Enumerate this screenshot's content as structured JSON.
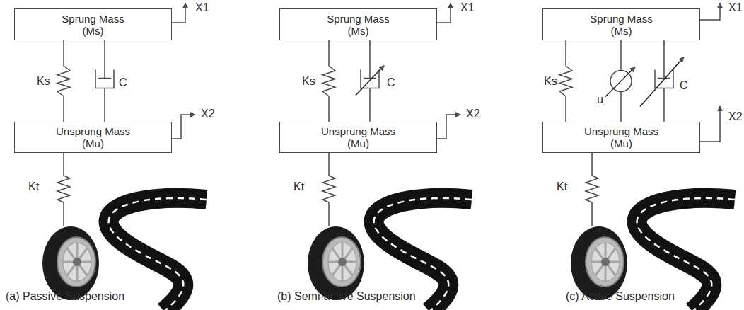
{
  "diagram": {
    "nodes": [
      {
        "text": [
          "Sprung Mass (Ms)"
        ]
      },
      {
        "text": [
          "Unsprung Mass (Mu)"
        ]
      },
      {
        "text": [
          "Sprung Mass (Ms)"
        ]
      },
      {
        "text": [
          "Unsprung Mass (Mu)"
        ]
      },
      {
        "text": [
          "Sprung Mass (Ms)"
        ]
      },
      {
        "text": [
          "Unsprung Mass (Mu)"
        ]
      }
    ],
    "edges": [
      {
        "from": 0,
        "to": 1,
        "arrow": "none",
        "label": "Ks"
      },
      {
        "from": 0,
        "to": 1,
        "arrow": "none",
        "label": "C"
      },
      {
        "from": 2,
        "to": 3,
        "arrow": "none",
        "label": "Ks"
      },
      {
        "from": 2,
        "to": 3,
        "arrow": "none",
        "label": "C"
      },
      {
        "from": 4,
        "to": 5,
        "arrow": "none",
        "label": "Ks"
      },
      {
        "from": 4,
        "to": 5,
        "arrow": "none",
        "label": "u"
      },
      {
        "from": 4,
        "to": 5,
        "arrow": "none",
        "label": "C"
      }
    ],
    "labels": [
      "X1",
      "X2",
      "Kt",
      "(a) Passive Suspension",
      "X1",
      "X2",
      "Kt",
      "(b) Semi-active Suspension",
      "X1",
      "X2",
      "Kt",
      "(c) Active Suspension"
    ]
  }
}
